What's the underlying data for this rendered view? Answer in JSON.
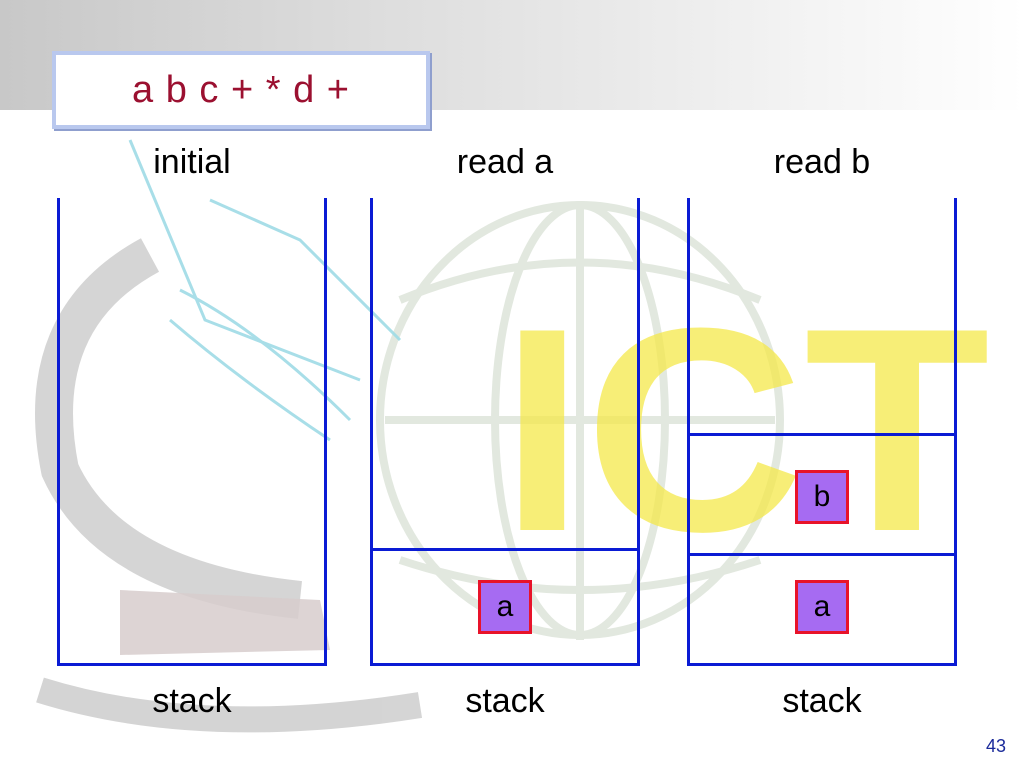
{
  "expression": "a b c + * d +",
  "columns": [
    {
      "title": "initial",
      "footer": "stack",
      "items": []
    },
    {
      "title": "read a",
      "footer": "stack",
      "items": [
        "a"
      ]
    },
    {
      "title": "read b",
      "footer": "stack",
      "items": [
        "a",
        "b"
      ]
    }
  ],
  "watermark": {
    "text": "ICT",
    "color": "#f5e94a"
  },
  "colors": {
    "stack_border": "#0a1bd4",
    "item_fill": "#a66bf2",
    "item_border": "#e8132a",
    "expression_text": "#9b1030"
  },
  "page_number": "43"
}
